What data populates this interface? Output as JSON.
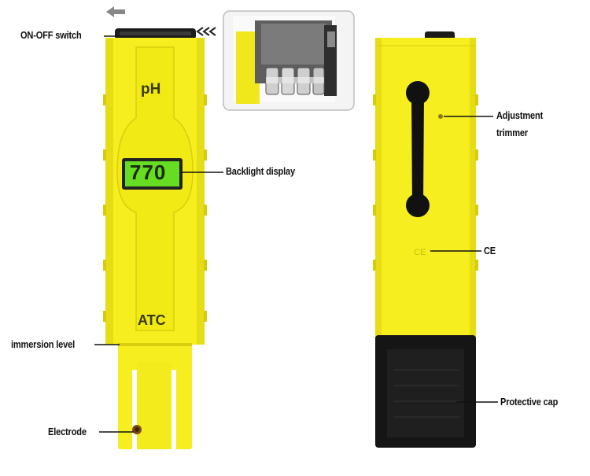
{
  "front_meter": {
    "ph_label": "pH",
    "display_value": "770",
    "atc_label": "ATC",
    "display_color": "#66dd22"
  },
  "labels": {
    "on_off_switch": "ON-OFF switch",
    "backlight_display": "Backlight display",
    "immersion_level": "immersion level",
    "electrode": "Electrode",
    "adjustment_trimmer": [
      "Adjustment",
      "trimmer"
    ],
    "ce": "CE",
    "protective_cap": "Protective cap"
  },
  "colors": {
    "meter_yellow": "#f6ee1e",
    "meter_shadow": "#d9cf10",
    "cap_black": "#151515",
    "leader_line": "#111111"
  },
  "icons": {
    "arrow_left": "arrow-left-icon",
    "chevrons": "triple-chevron-left-icon"
  }
}
